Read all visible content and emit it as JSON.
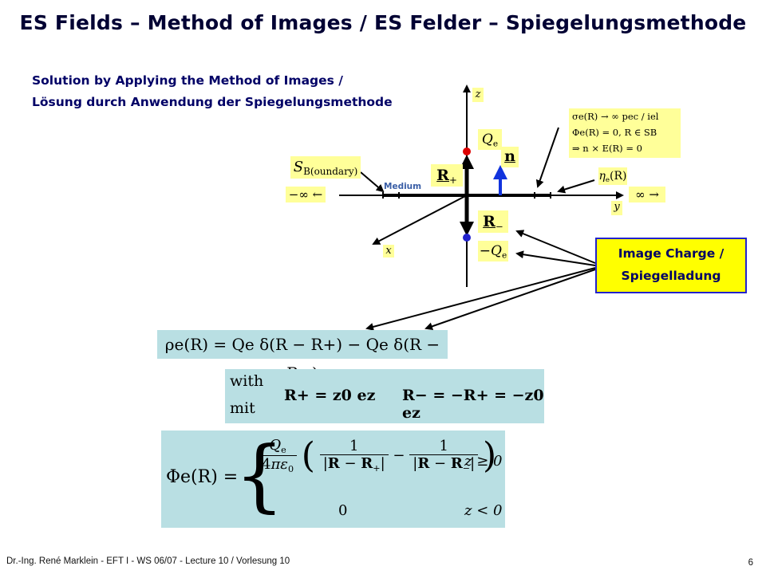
{
  "title": "ES Fields – Method of Images / ES Felder – Spiegelungsmethode",
  "subtitle_line1": "Solution by Applying the Method of Images /",
  "subtitle_line2": "Lösung durch Anwendung der Spiegelungsmethode",
  "diagram": {
    "axis_z": "z",
    "axis_y": "y",
    "axis_x": "x",
    "medium_label": "Medium",
    "charge_pos": "Q",
    "charge_pos_sub": "e",
    "charge_neg": "−Q",
    "charge_neg_sub": "e",
    "normal_vector": "n",
    "r_plus": "R",
    "r_plus_sub": "+",
    "r_minus": "R",
    "r_minus_sub": "−",
    "boundary_label": "S",
    "boundary_sub": "B(oundary)",
    "minus_infinity": "−∞ ←",
    "plus_infinity": "∞ →",
    "eta": "η",
    "eta_sub": "e",
    "eta_arg": "(R)",
    "cond1": "σe(R) → ∞   pec / iel",
    "cond2": "Φe(R) = 0,  R ∈ SB",
    "cond3": "⇒ n × E(R) = 0",
    "colors": {
      "charge": "#dd0000",
      "image_charge": "#2222cc",
      "normal": "#1133dd",
      "yellow": "#ffff99"
    }
  },
  "image_charge_box": {
    "line1": "Image Charge /",
    "line2": "Spiegelladung"
  },
  "eq_rho": "ρe(R) = Qe δ(R − R+) − Qe δ(R − R−)",
  "eq_with": {
    "with": "with",
    "mit": "mit",
    "r_plus_eq": "R+ = z0 ez",
    "r_minus_eq": "R− = −R+ = −z0 ez"
  },
  "eq_phi": {
    "lhs": "Φe(R) =",
    "case1_cond": "z ≥ 0",
    "case2_val": "0",
    "case2_cond": "z < 0"
  },
  "footer": "Dr.-Ing. René Marklein - EFT I - WS 06/07 - Lecture 10 / Vorlesung 10",
  "page_number": "6"
}
